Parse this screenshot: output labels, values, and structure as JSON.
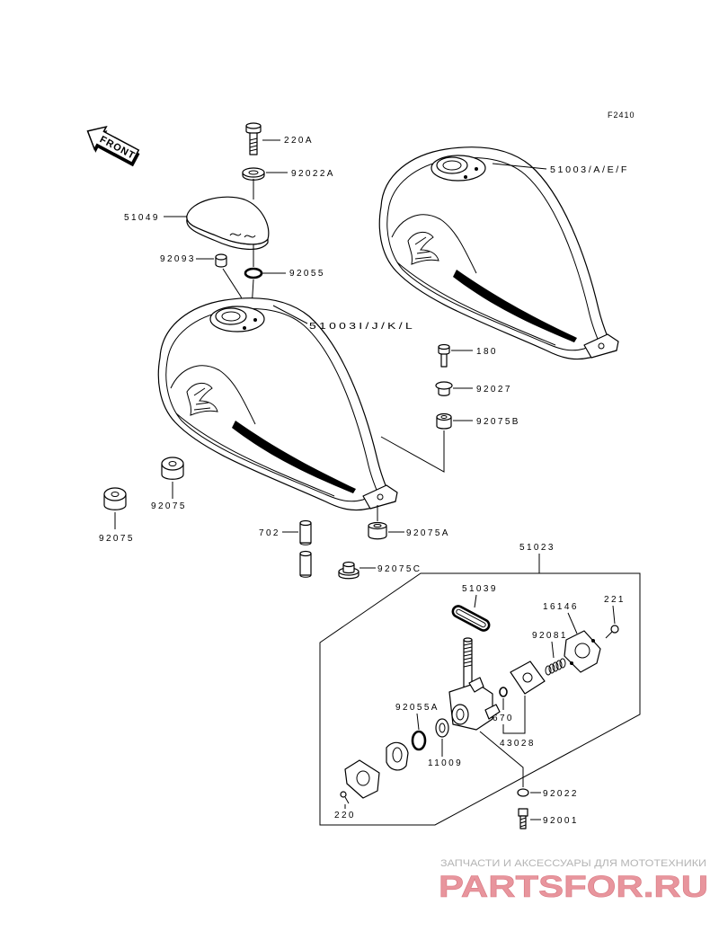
{
  "figure_code": "F2410",
  "front_arrow_label": "FRONT",
  "labels": {
    "bolt_220a": "220A",
    "washer_92022a": "92022A",
    "cap_51049": "51049",
    "nut_92093": "92093",
    "oring_92055": "92055",
    "tank_upper": "51003/A/E/F",
    "tank_lower": "51003I/J/K/L",
    "bolt_180": "180",
    "collar_92027": "92027",
    "damper_92075b": "92075B",
    "damper_92075_upper": "92075",
    "damper_92075_lower": "92075",
    "pipe_702": "702",
    "damper_92075a": "92075A",
    "damper_92075c": "92075C",
    "tap_assy_51023": "51023",
    "gasket_51039": "51039",
    "cover_16146": "16146",
    "screw_221": "221",
    "spring_92081": "92081",
    "oring_92055a": "92055A",
    "oring_670": "670",
    "diaphragm_43028": "43028",
    "gasket_11009": "11009",
    "washer_92022": "92022",
    "bolt_92001": "92001",
    "screw_220": "220"
  },
  "watermark": {
    "tagline": "ЗАПЧАСТИ И АКСЕССУАРЫ ДЛЯ МОТОТЕХНИКИ",
    "brand": "PARTSFOR.RU"
  },
  "colors": {
    "line": "#000000",
    "brand": "#e8959d",
    "tagline": "#b4b4b4"
  }
}
